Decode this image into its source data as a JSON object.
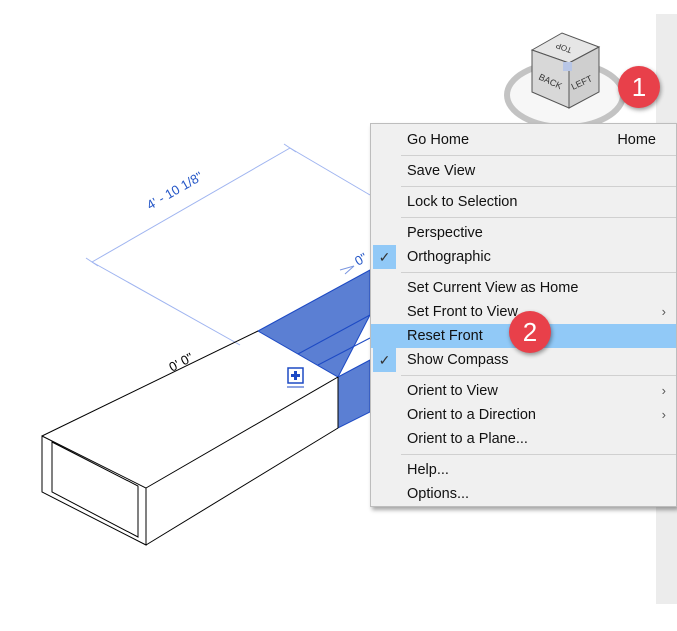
{
  "drawing": {
    "dim_length": "4' - 10 1/8\"",
    "dim_offset": "0' 0\"",
    "dim_partial": "0\""
  },
  "viewcube": {
    "top": "TOP",
    "back": "BACK",
    "left": "LEFT"
  },
  "badges": {
    "one": "1",
    "two": "2"
  },
  "menu": {
    "go_home": "Go Home",
    "go_home_shortcut": "Home",
    "save_view": "Save View",
    "lock_to_selection": "Lock to Selection",
    "perspective": "Perspective",
    "orthographic": "Orthographic",
    "set_current_view_as_home": "Set Current View as Home",
    "set_front_to_view": "Set Front to View",
    "reset_front": "Reset Front",
    "show_compass": "Show Compass",
    "orient_to_view": "Orient to View",
    "orient_to_direction": "Orient to a Direction",
    "orient_to_plane": "Orient to a Plane...",
    "help": "Help...",
    "options": "Options...",
    "check": "✓",
    "submenu_arrow": "›"
  },
  "colors": {
    "highlight": "#91c9f7",
    "selection": "#5b7fd3",
    "badge": "#e8404a"
  }
}
